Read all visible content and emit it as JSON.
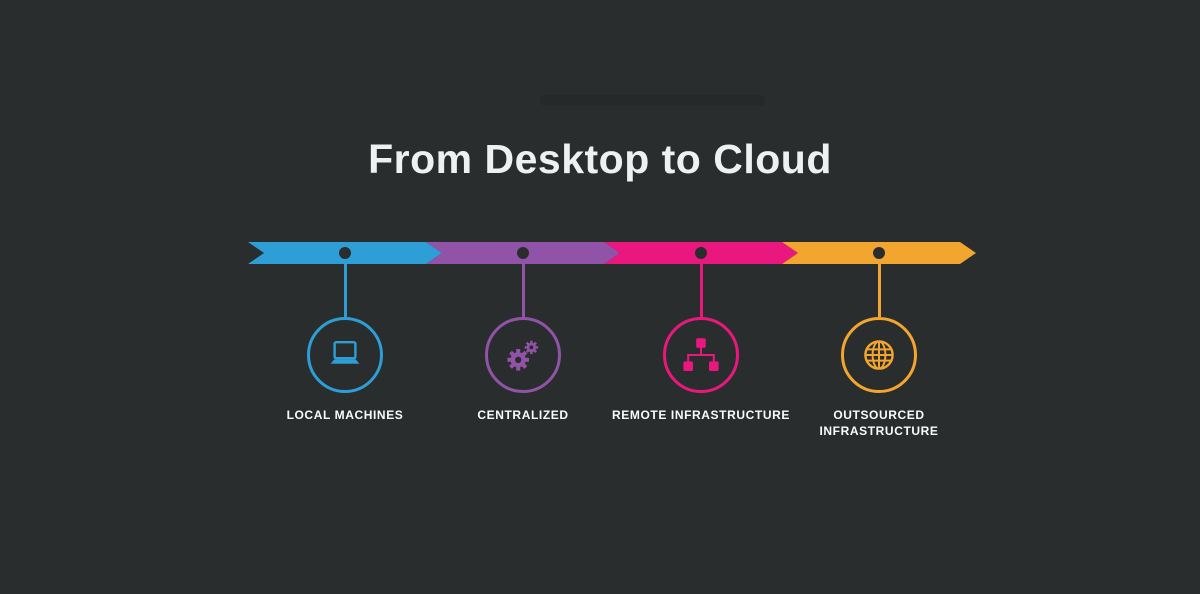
{
  "title": "From Desktop to Cloud",
  "colors": {
    "background": "#2a2d2e",
    "title_text": "#eef1f2",
    "label_text": "#fbfbfb",
    "timeline_dot": "#2a2d2e"
  },
  "steps": [
    {
      "label": "LOCAL MACHINES",
      "color": "#2e9ed7",
      "icon": "laptop-icon"
    },
    {
      "label": "CENTRALIZED",
      "color": "#9153a8",
      "icon": "gears-icon"
    },
    {
      "label": "REMOTE INFRASTRUCTURE",
      "color": "#ea187e",
      "icon": "network-icon"
    },
    {
      "label": "OUTSOURCED INFRASTRUCTURE",
      "color": "#f2a52f",
      "icon": "globe-icon"
    }
  ]
}
